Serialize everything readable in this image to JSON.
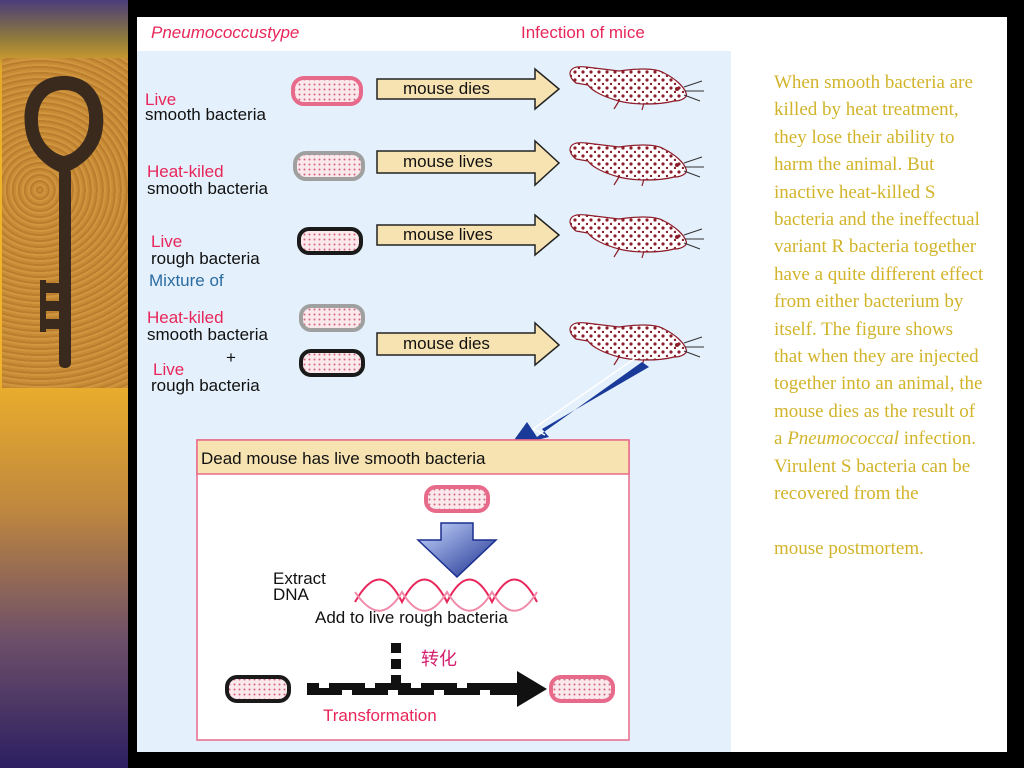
{
  "diagram": {
    "col_type": "Pneumococcustype",
    "col_infection": "Infection of mice",
    "rows": [
      {
        "top": "Live",
        "bottom": "smooth bacteria",
        "arrow": "mouse dies"
      },
      {
        "top": "Heat-kiled",
        "bottom": "smooth bacteria",
        "arrow": "mouse lives"
      },
      {
        "top": "Live",
        "bottom": "rough bacteria",
        "arrow": "mouse lives"
      }
    ],
    "mixture_label": "Mixture of",
    "mixture": {
      "top1": "Heat-kiled",
      "bottom1": "smooth bacteria",
      "plus": "+",
      "top2": "Live",
      "bottom2": "rough bacteria",
      "arrow": "mouse dies"
    },
    "result_box_title": "Dead mouse has live smooth bacteria",
    "extract_line1": "Extract",
    "extract_line2": "DNA",
    "add_label": "Add to live rough bacteria",
    "chinese_label": "转化",
    "transformation": "Transformation"
  },
  "caption": {
    "part1": "When smooth bacteria are killed by heat treatment, they lose their ability to harm the animal. But inactive heat-killed S bacteria and the ineffectual variant R bacteria together have a quite different effect from either bacterium by itself. The figure shows that when they are injected together into an animal, the mouse dies as the result of a",
    "italic": "Pneumococcal",
    "part2": "infection. Virulent S bacteria can be recovered from the",
    "part3": "mouse postmortem."
  },
  "colors": {
    "label_red": "#e8265a",
    "box_outline_pink": "#e86a8a",
    "arrow_fill": "#f7e3b2",
    "caption_text": "#d2b42a",
    "mixture_blue": "#2a6ca0"
  },
  "icons": {
    "sidebar_image": "old-iron-key",
    "mouse": "spotted-mouse"
  }
}
